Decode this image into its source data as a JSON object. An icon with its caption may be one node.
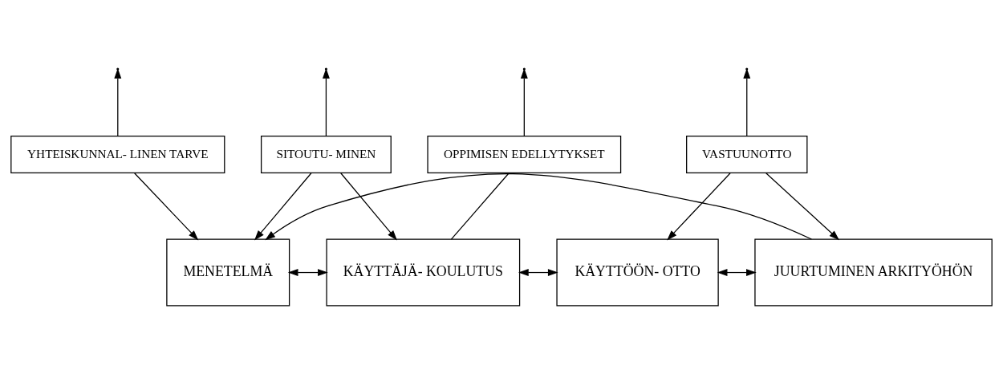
{
  "diagram": {
    "nodes": [
      {
        "text": [
          "YHTEISKUNNAL- LINEN TARVE"
        ]
      },
      {
        "text": [
          "SITOUTU- MINEN"
        ]
      },
      {
        "text": [
          "OPPIMISEN EDELLYTYKSET"
        ]
      },
      {
        "text": [
          "VASTUUNOTTO"
        ]
      },
      {
        "text": [
          "MENETELMÄ"
        ]
      },
      {
        "text": [
          "KÄYTTÄJÄ- KOULUTUS"
        ]
      },
      {
        "text": [
          "KÄYTTÖÖN- OTTO"
        ]
      },
      {
        "text": [
          "JUURTUMINEN ARKITYÖHÖN"
        ]
      }
    ],
    "edges": [
      {
        "from": 0,
        "to": null,
        "arrow": "to"
      },
      {
        "from": 1,
        "to": null,
        "arrow": "to"
      },
      {
        "from": 2,
        "to": null,
        "arrow": "to"
      },
      {
        "from": 3,
        "to": null,
        "arrow": "to"
      },
      {
        "from": 7,
        "to": 4,
        "arrow": "to"
      },
      {
        "from": 0,
        "to": 4,
        "arrow": "to"
      },
      {
        "from": 4,
        "to": 5,
        "arrow": "both"
      },
      {
        "from": 1,
        "to": 4,
        "arrow": "to"
      },
      {
        "from": 1,
        "to": 5,
        "arrow": "to"
      },
      {
        "from": 2,
        "to": 5,
        "arrow": "none"
      },
      {
        "from": 5,
        "to": 6,
        "arrow": "both"
      },
      {
        "from": 6,
        "to": 7,
        "arrow": "both"
      },
      {
        "from": 3,
        "to": 6,
        "arrow": "to"
      },
      {
        "from": 3,
        "to": 7,
        "arrow": "to"
      }
    ]
  }
}
